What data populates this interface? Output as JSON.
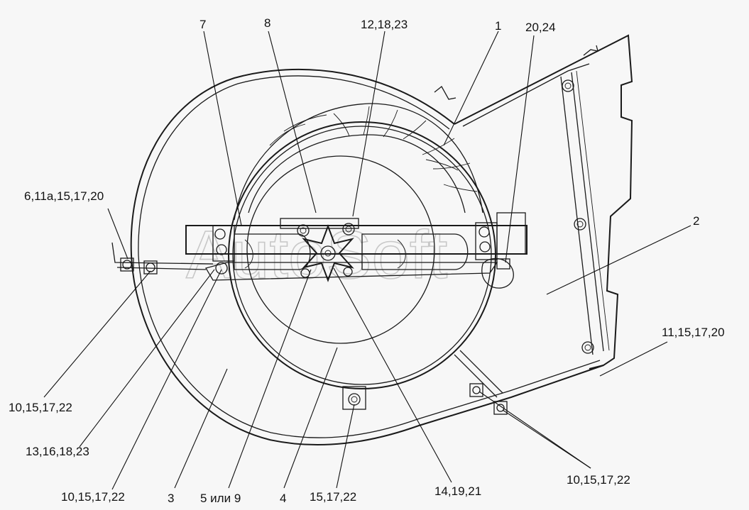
{
  "watermark": "AutoSoft",
  "callouts": {
    "c7": "7",
    "c8": "8",
    "c12_18_23": "12,18,23",
    "c1": "1",
    "c20_24": "20,24",
    "c6_11a": "6,11а,15,17,20",
    "c2": "2",
    "c11_15_17_20": "11,15,17,20",
    "c10_left": "10,15,17,22",
    "c13_16": "13,16,18,23",
    "c10_bottom": "10,15,17,22",
    "c3": "3",
    "c5_or_9": "5 или 9",
    "c4": "4",
    "c15_17_22": "15,17,22",
    "c14_19_21": "14,19,21",
    "c10_right": "10,15,17,22"
  },
  "colors": {
    "line": "#1a1a1a",
    "background": "#f7f7f7",
    "watermark": "#c8c8c8"
  }
}
